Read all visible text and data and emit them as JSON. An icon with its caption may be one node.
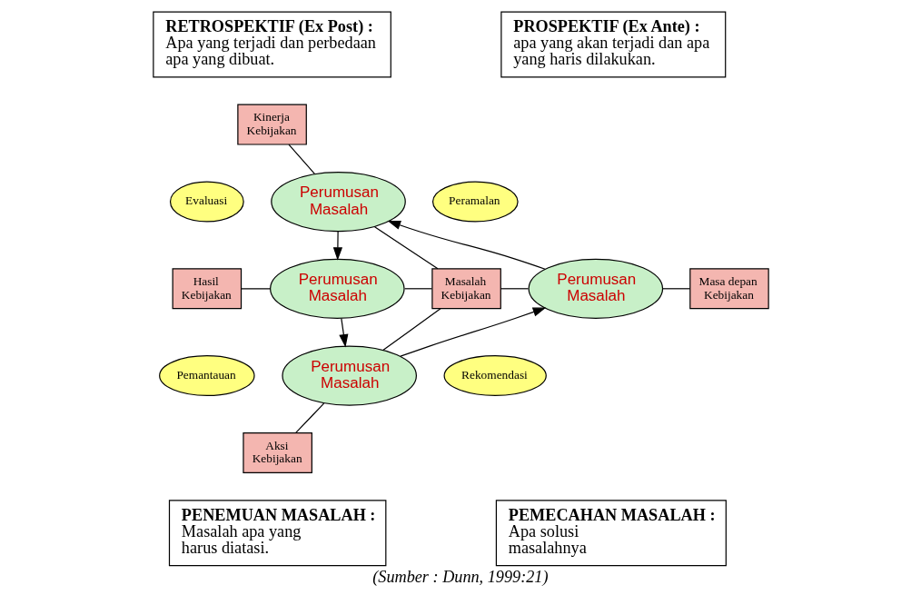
{
  "diagram": {
    "caption": "(Sumber : Dunn, 1999:21)",
    "nodes": [
      {
        "text": [
          "RETROSPEKTIF (Ex Post) :",
          "Apa yang terjadi dan perbedaan apa yang dibuat."
        ]
      },
      {
        "text": [
          "PROSPEKTIF (Ex Ante) :",
          "apa yang akan terjadi dan apa yang haris dilakukan."
        ]
      },
      {
        "text": [
          "Kinerja Kebijakan"
        ]
      },
      {
        "text": [
          "Evaluasi"
        ]
      },
      {
        "text": [
          "Peramalan"
        ]
      },
      {
        "text": [
          "Perumusan Masalah"
        ]
      },
      {
        "text": [
          "Perumusan Masalah"
        ]
      },
      {
        "text": [
          "Hasil Kebijakan"
        ]
      },
      {
        "text": [
          "Masalah Kebijakan"
        ]
      },
      {
        "text": [
          "Perumusan Masalah"
        ]
      },
      {
        "text": [
          "Masa depan Kebijakan"
        ]
      },
      {
        "text": [
          "Perumusan Masalah"
        ]
      },
      {
        "text": [
          "Pemantauan"
        ]
      },
      {
        "text": [
          "Rekomendasi"
        ]
      },
      {
        "text": [
          "Aksi Kebijakan"
        ]
      },
      {
        "text": [
          "PENEMUAN MASALAH :",
          "Masalah apa yang harus diatasi."
        ]
      },
      {
        "text": [
          "PEMECAHAN MASALAH :",
          "Apa solusi masalahnya"
        ]
      }
    ],
    "edges": [
      {
        "from": 2,
        "to": 5,
        "arrow": "none"
      },
      {
        "from": 5,
        "to": 8,
        "arrow": "none"
      },
      {
        "from": 8,
        "to": 11,
        "arrow": "none"
      },
      {
        "from": 11,
        "to": 14,
        "arrow": "none"
      },
      {
        "from": 7,
        "to": 6,
        "arrow": "none"
      },
      {
        "from": 6,
        "to": 8,
        "arrow": "none"
      },
      {
        "from": 8,
        "to": 9,
        "arrow": "none"
      },
      {
        "from": 9,
        "to": 10,
        "arrow": "none"
      },
      {
        "from": 5,
        "to": 6,
        "arrow": "to"
      },
      {
        "from": 6,
        "to": 11,
        "arrow": "to"
      },
      {
        "from": 11,
        "to": 9,
        "arrow": "to"
      },
      {
        "from": 9,
        "to": 5,
        "arrow": "to"
      }
    ]
  }
}
